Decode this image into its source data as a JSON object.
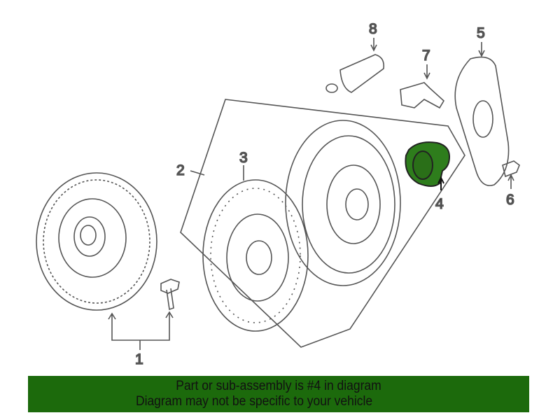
{
  "diagram": {
    "callouts": [
      "1",
      "2",
      "3",
      "4",
      "5",
      "6",
      "7",
      "8"
    ],
    "highlighted_part": "4",
    "highlight_color": "#2e7d1c",
    "line_color": "#555555"
  },
  "banner": {
    "line1": "Part or sub-assembly is #4 in diagram",
    "line2": "Diagram may not be specific to your vehicle",
    "background": "#1c6a0c"
  }
}
